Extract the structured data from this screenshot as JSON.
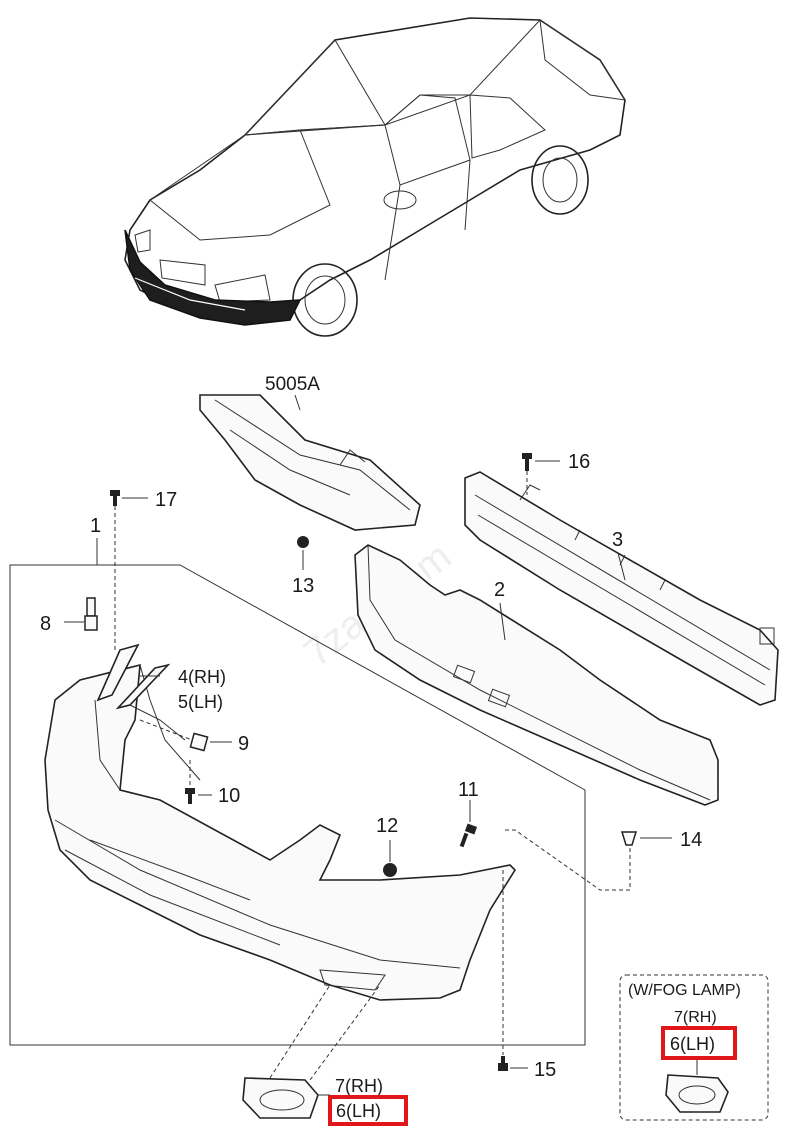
{
  "callouts": {
    "c1": "1",
    "c2": "2",
    "c3": "3",
    "c4": "4(RH)",
    "c5": "5(LH)",
    "c6": "6(LH)",
    "c7": "7(RH)",
    "c8": "8",
    "c9": "9",
    "c10": "10",
    "c11": "11",
    "c12": "12",
    "c13": "13",
    "c14": "14",
    "c15": "15",
    "c16": "16",
    "c17": "17",
    "c5005a": "5005A"
  },
  "inset": {
    "title": "(W/FOG LAMP)",
    "c7": "7(RH)",
    "c6": "6(LH)"
  },
  "watermark": "7zap.com",
  "colors": {
    "line": "#222222",
    "highlight": "#e0161b",
    "background": "#ffffff"
  }
}
